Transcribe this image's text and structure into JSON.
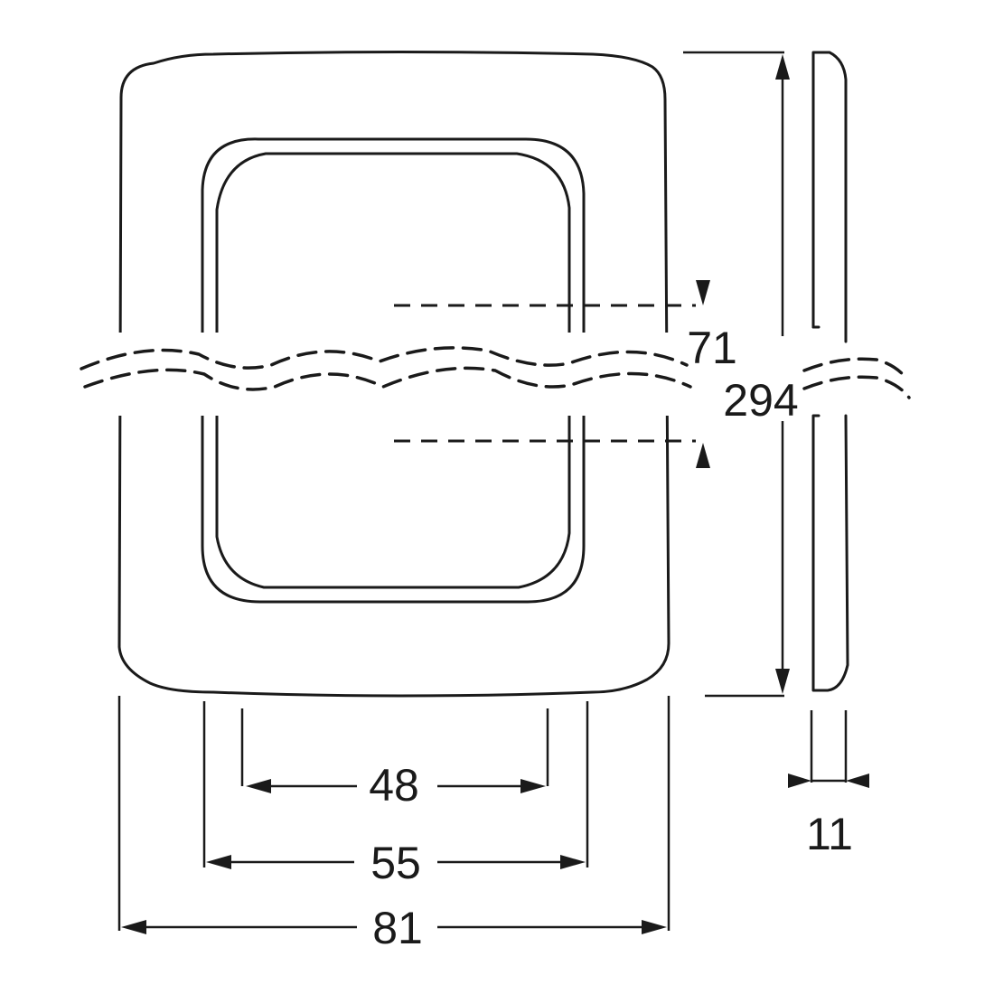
{
  "dimensions": {
    "inner_opening_width": "48",
    "outer_opening_width": "55",
    "overall_width": "81",
    "module_spacing": "71",
    "overall_height": "294",
    "depth": "11"
  }
}
